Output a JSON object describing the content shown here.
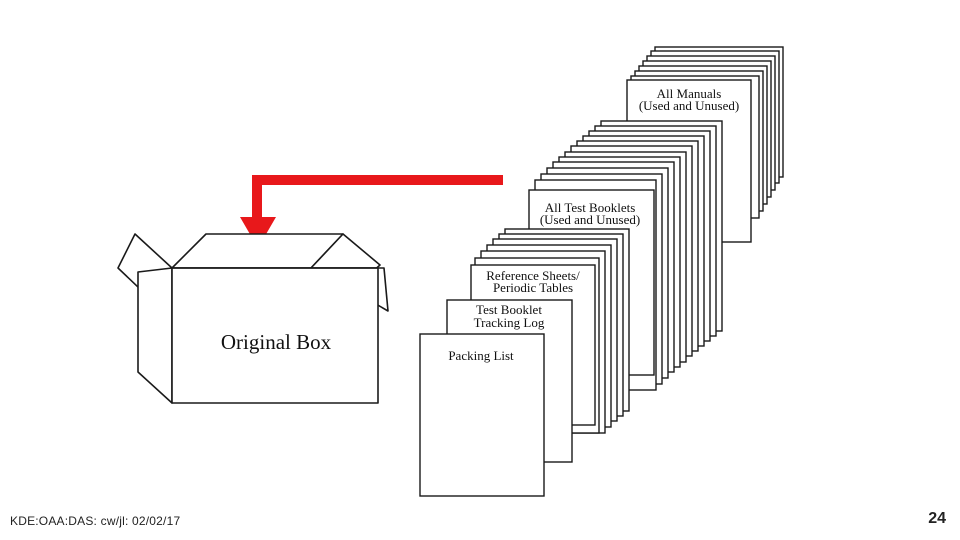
{
  "diagram": {
    "box_label": "Original Box",
    "documents": {
      "manuals": [
        "All Manuals",
        "(Used and Unused)"
      ],
      "test_booklets": [
        "All Test Booklets",
        "(Used and Unused)"
      ],
      "reference_sheets": [
        "Reference Sheets/",
        "Periodic Tables"
      ],
      "tracking_log": [
        "Test Booklet",
        "Tracking Log"
      ],
      "packing_list": [
        "Packing List"
      ]
    },
    "arrow_color": "#e8181b"
  },
  "footer": {
    "text": "KDE:OAA:DAS: cw/jl: 02/02/17",
    "page_number": "24"
  }
}
